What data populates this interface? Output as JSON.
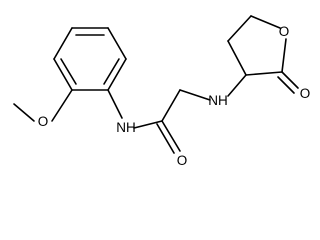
{
  "molecule": {
    "atom_labels": {
      "ether_o": "O",
      "amide_nh": "NH",
      "carbonyl_o": "O",
      "amine_nh": "NH",
      "ring_o": "O",
      "lactone_o": "O"
    },
    "bond_color": "#000000",
    "background": "#ffffff"
  }
}
